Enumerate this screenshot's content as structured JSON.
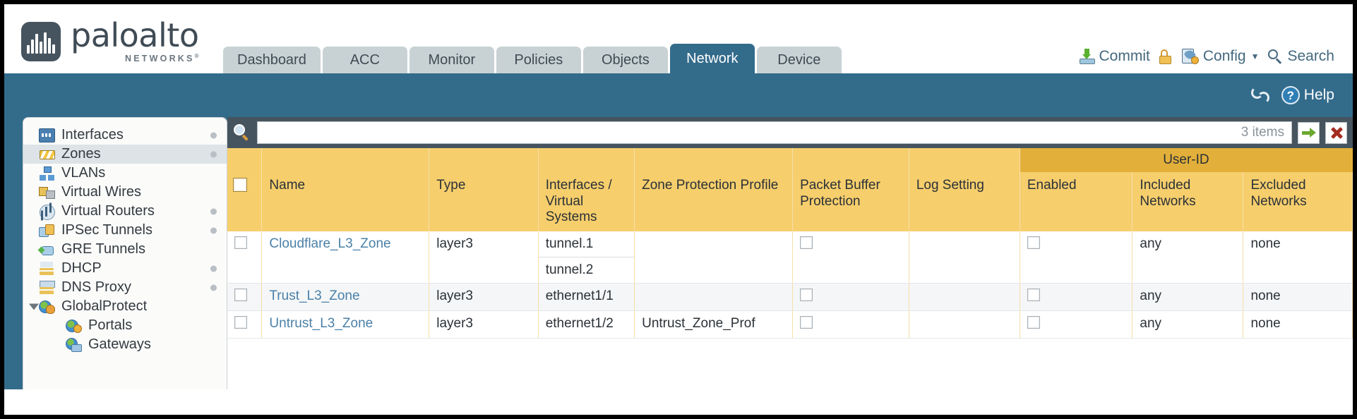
{
  "brand": {
    "name": "paloalto",
    "sub": "NETWORKS",
    "sub_mark": "®"
  },
  "tabs": [
    {
      "label": "Dashboard",
      "active": false
    },
    {
      "label": "ACC",
      "active": false
    },
    {
      "label": "Monitor",
      "active": false
    },
    {
      "label": "Policies",
      "active": false
    },
    {
      "label": "Objects",
      "active": false
    },
    {
      "label": "Network",
      "active": true
    },
    {
      "label": "Device",
      "active": false
    }
  ],
  "top_actions": {
    "commit": "Commit",
    "lock_icon": "unlocked-padlock-icon",
    "config": "Config",
    "config_caret": "▼",
    "search": "Search"
  },
  "blue_band": {
    "refresh_icon": "refresh-icon",
    "help": "Help",
    "help_glyph": "?"
  },
  "sidebar": {
    "items": [
      {
        "label": "Interfaces",
        "icon": "interfaces-icon",
        "selected": false,
        "dot": true,
        "child": false,
        "expander": false
      },
      {
        "label": "Zones",
        "icon": "zones-icon",
        "selected": true,
        "dot": true,
        "child": false,
        "expander": false
      },
      {
        "label": "VLANs",
        "icon": "vlans-icon",
        "selected": false,
        "dot": false,
        "child": false,
        "expander": false
      },
      {
        "label": "Virtual Wires",
        "icon": "virtual-wires-icon",
        "selected": false,
        "dot": false,
        "child": false,
        "expander": false
      },
      {
        "label": "Virtual Routers",
        "icon": "virtual-routers-icon",
        "selected": false,
        "dot": true,
        "child": false,
        "expander": false
      },
      {
        "label": "IPSec Tunnels",
        "icon": "ipsec-tunnels-icon",
        "selected": false,
        "dot": true,
        "child": false,
        "expander": false
      },
      {
        "label": "GRE Tunnels",
        "icon": "gre-tunnels-icon",
        "selected": false,
        "dot": false,
        "child": false,
        "expander": false
      },
      {
        "label": "DHCP",
        "icon": "dhcp-icon",
        "selected": false,
        "dot": true,
        "child": false,
        "expander": false
      },
      {
        "label": "DNS Proxy",
        "icon": "dns-proxy-icon",
        "selected": false,
        "dot": true,
        "child": false,
        "expander": false
      },
      {
        "label": "GlobalProtect",
        "icon": "globalprotect-icon",
        "selected": false,
        "dot": false,
        "child": false,
        "expander": true
      },
      {
        "label": "Portals",
        "icon": "portals-icon",
        "selected": false,
        "dot": false,
        "child": true,
        "expander": false
      },
      {
        "label": "Gateways",
        "icon": "gateways-icon",
        "selected": false,
        "dot": false,
        "child": true,
        "expander": false
      }
    ]
  },
  "filter_bar": {
    "search_icon": "search-icon",
    "input_value": "",
    "item_count": "3 items",
    "apply_icon": "green-arrow-icon",
    "clear_icon": "red-x-icon"
  },
  "table": {
    "group_header": "User-ID",
    "columns": [
      "Name",
      "Type",
      "Interfaces / Virtual Systems",
      "Zone Protection Profile",
      "Packet Buffer Protection",
      "Log Setting",
      "Enabled",
      "Included Networks",
      "Excluded Networks"
    ],
    "rows": [
      {
        "name": "Cloudflare_L3_Zone",
        "type": "layer3",
        "interfaces": [
          "tunnel.1",
          "tunnel.2"
        ],
        "zone_protection_profile": "",
        "packet_buffer_protection": false,
        "log_setting": "",
        "user_id_enabled": false,
        "included_networks": "any",
        "excluded_networks": "none"
      },
      {
        "name": "Trust_L3_Zone",
        "type": "layer3",
        "interfaces": [
          "ethernet1/1"
        ],
        "zone_protection_profile": "",
        "packet_buffer_protection": false,
        "log_setting": "",
        "user_id_enabled": false,
        "included_networks": "any",
        "excluded_networks": "none"
      },
      {
        "name": "Untrust_L3_Zone",
        "type": "layer3",
        "interfaces": [
          "ethernet1/2"
        ],
        "zone_protection_profile": "Untrust_Zone_Prof",
        "packet_buffer_protection": false,
        "log_setting": "",
        "user_id_enabled": false,
        "included_networks": "any",
        "excluded_networks": "none"
      }
    ]
  },
  "colors": {
    "brand_blue": "#336b8b",
    "header_amber": "#f6ce6c",
    "group_amber": "#e2b03a",
    "filter_slate": "#46545f",
    "link_blue": "#4a80a8"
  }
}
